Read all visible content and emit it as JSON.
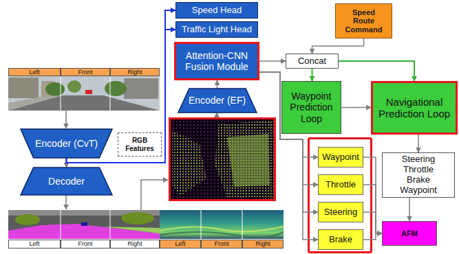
{
  "diagram": {
    "nodes": [
      {
        "text": [
          "Speed Head"
        ]
      },
      {
        "text": [
          "Traffic Light Head"
        ]
      },
      {
        "text": [
          "Attention-CNN Fusion Module"
        ]
      },
      {
        "text": [
          "Speed Route Command"
        ]
      },
      {
        "text": [
          "Concat"
        ]
      },
      {
        "text": [
          "Left"
        ]
      },
      {
        "text": [
          "Front"
        ]
      },
      {
        "text": [
          "Right"
        ]
      },
      {
        "text": [
          "Waypoint Prediction Loop"
        ]
      },
      {
        "text": [
          "Navigational Prediction Loop"
        ]
      },
      {
        "text": [
          "Encoder (EF)"
        ]
      },
      {
        "text": [
          "Encoder (CvT)"
        ]
      },
      {
        "text": [
          "RGB Features"
        ]
      },
      {
        "text": [
          "Waypoint"
        ]
      },
      {
        "text": [
          "Throttle"
        ]
      },
      {
        "text": [
          "Steering"
        ]
      },
      {
        "text": [
          "Steering Throttle Brake Waypoint"
        ]
      },
      {
        "text": [
          "Decoder"
        ]
      },
      {
        "text": [
          "Brake"
        ]
      },
      {
        "text": [
          "AFM"
        ]
      },
      {
        "text": [
          "Left"
        ]
      },
      {
        "text": [
          "Front"
        ]
      },
      {
        "text": [
          "Right"
        ]
      },
      {
        "text": [
          "Left"
        ]
      },
      {
        "text": [
          "Front"
        ]
      },
      {
        "text": [
          "Right"
        ]
      }
    ],
    "edges": [
      {
        "from": 11,
        "to": 17,
        "arrow": "to"
      },
      {
        "from": 11,
        "to": 0,
        "arrow": "to"
      },
      {
        "from": 11,
        "to": 1,
        "arrow": "to"
      },
      {
        "from": 10,
        "to": 2,
        "arrow": "to"
      },
      {
        "from": 2,
        "to": 4,
        "arrow": "to"
      },
      {
        "from": 3,
        "to": 4,
        "arrow": "to"
      },
      {
        "from": 4,
        "to": 8,
        "arrow": "to"
      },
      {
        "from": 4,
        "to": 9,
        "arrow": "to"
      },
      {
        "from": 8,
        "to": 9,
        "arrow": "to"
      },
      {
        "from": 2,
        "to": 13,
        "arrow": "to"
      },
      {
        "from": 2,
        "to": 14,
        "arrow": "to"
      },
      {
        "from": 2,
        "to": 15,
        "arrow": "to"
      },
      {
        "from": 2,
        "to": 18,
        "arrow": "to"
      },
      {
        "from": 13,
        "to": 19,
        "arrow": "to"
      },
      {
        "from": 14,
        "to": 19,
        "arrow": "to"
      },
      {
        "from": 15,
        "to": 19,
        "arrow": "to"
      },
      {
        "from": 18,
        "to": 19,
        "arrow": "to"
      },
      {
        "from": 9,
        "to": 16,
        "arrow": "to"
      },
      {
        "from": 16,
        "to": 19,
        "arrow": "to"
      }
    ]
  }
}
